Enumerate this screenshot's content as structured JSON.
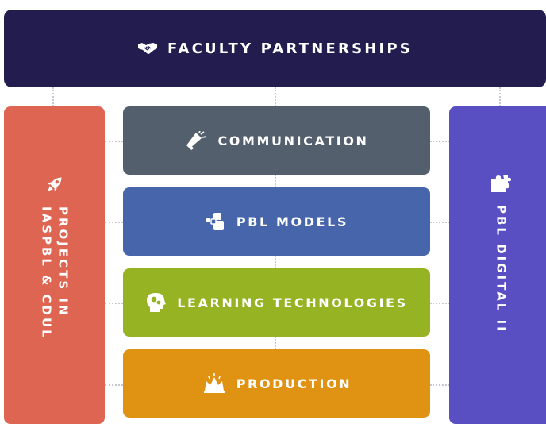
{
  "top": {
    "label": "FACULTY PARTNERSHIPS",
    "icon": "handshake-icon",
    "color": "#231c4f"
  },
  "left": {
    "label_line1": "PROJECTS IN",
    "label_line2": "IASPBL & CDUL",
    "icon": "rocket-icon",
    "color": "#de6552"
  },
  "right": {
    "label": "PBL DIGITAL II",
    "icon": "puzzle-icon",
    "color": "#5a4fc2"
  },
  "middle": [
    {
      "label": "COMMUNICATION",
      "icon": "megaphone-icon",
      "color": "#535f6c"
    },
    {
      "label": "PBL MODELS",
      "icon": "blocks-icon",
      "color": "#4765aa"
    },
    {
      "label": "LEARNING TECHNOLOGIES",
      "icon": "head-gears-icon",
      "color": "#96b323"
    },
    {
      "label": "PRODUCTION",
      "icon": "crown-icon",
      "color": "#e09212"
    }
  ]
}
